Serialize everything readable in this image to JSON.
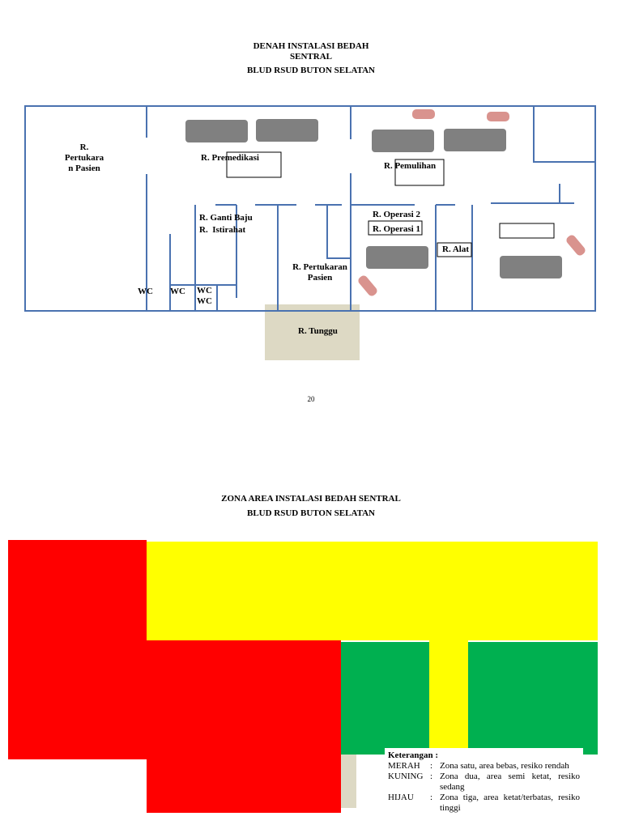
{
  "floorplan": {
    "title": [
      "DENAH INSTALASI BEDAH",
      "SENTRAL",
      "BLUD RSUD BUTON SELATAN"
    ],
    "rooms": {
      "pertukaran_pasien_left": [
        "R.",
        "Pertukara",
        "n Pasien"
      ],
      "premedikasi": "R. Premedikasi",
      "pemulihan": "R. Pemulihan",
      "ganti_baju": "R. Ganti Baju",
      "istirahat": "R.  Istirahat",
      "operasi2": "R. Operasi 2",
      "operasi1": "R. Operasi 1",
      "alat": "R. Alat",
      "pertukaran_pasien_center": [
        "R. Pertukaran",
        "Pasien"
      ],
      "tunggu": "R. Tunggu",
      "wc1": "WC",
      "wc2": "WC",
      "wc3": "WC",
      "wc4": "WC"
    },
    "colors": {
      "wall": "#4a72b0",
      "bed": "#808080",
      "pink": "#d9938e",
      "waiting": "#ddd9c4"
    }
  },
  "page_number": "20",
  "zone": {
    "title": [
      "ZONA AREA INSTALASI BEDAH SENTRAL",
      "BLUD RSUD BUTON SELATAN"
    ],
    "colors": {
      "red": "#ff0000",
      "yellow": "#ffff00",
      "green": "#00b050",
      "beige": "#ddd9c4"
    },
    "legend": {
      "heading": "Keterangan :",
      "items": [
        {
          "key": "MERAH",
          "sep": ":",
          "desc": "Zona satu, area bebas, resiko rendah"
        },
        {
          "key": "KUNING",
          "sep": ":",
          "desc": "Zona dua, area semi ketat, resiko sedang"
        },
        {
          "key": "HIJAU",
          "sep": ":",
          "desc": "Zona tiga, area ketat/terbatas, resiko tinggi"
        }
      ]
    }
  }
}
